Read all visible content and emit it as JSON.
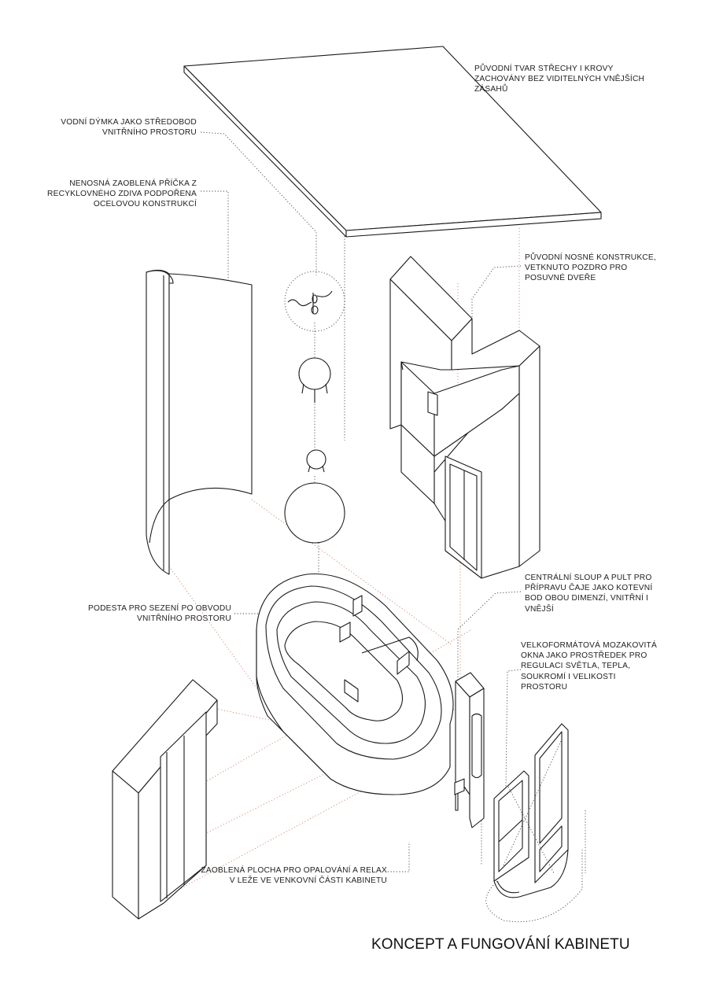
{
  "title": "KONCEPT A FUNGOVÁNÍ KABINETU",
  "annotations": {
    "roof": [
      "PŮVODNÍ TVAR STŘECHY I KROVY",
      "ZACHOVÁNY BEZ VIDITELNÝCH VNĚJŠÍCH",
      "ZÁSAHŮ"
    ],
    "hookah": [
      "VODNÍ DÝMKA JAKO STŘEDOBOD",
      "VNITŘNÍHO PROSTORU"
    ],
    "partition": [
      "NENOSNÁ ZAOBLENÁ PŘÍČKA Z",
      "RECYKLOVNÉHO ZDIVA PODPOŘENA",
      "OCELOVOU KONSTRUKCÍ"
    ],
    "structure": [
      "PŮVODNÍ NOSNÉ KONSTRUKCE,",
      "VETKNUTO POZDRO PRO",
      "POSUVNÉ DVEŘE"
    ],
    "column": [
      "CENTRÁLNÍ SLOUP A PULT PRO",
      "PŘÍPRAVU ČAJE JAKO KOTEVNÍ",
      "BOD OBOU DIMENZÍ, VNITŘNÍ I",
      "VNĚJŠÍ"
    ],
    "seating": [
      "PODESTA PRO SEZENÍ PO OBVODU",
      "VNITŘNÍHO PROSTORU"
    ],
    "windows": [
      "VELKOFORMÁTOVÁ MOZAKOVITÁ",
      "OKNA JAKO PROSTŘEDEK PRO",
      "REGULACI SVĚTLA, TEPLA,",
      "SOUKROMÍ I VELIKOSTI",
      "PROSTORU"
    ],
    "lounge": [
      "ZAOBLENÁ PLOCHA PRO OPALOVÁNÍ A RELAX",
      "V LEŽE VE VENKOVNÍ ČÁSTI KABINETU"
    ]
  },
  "colors": {
    "line": "#1a1a1a",
    "guide_dark": "#444444",
    "guide_red": "#c9876a"
  }
}
